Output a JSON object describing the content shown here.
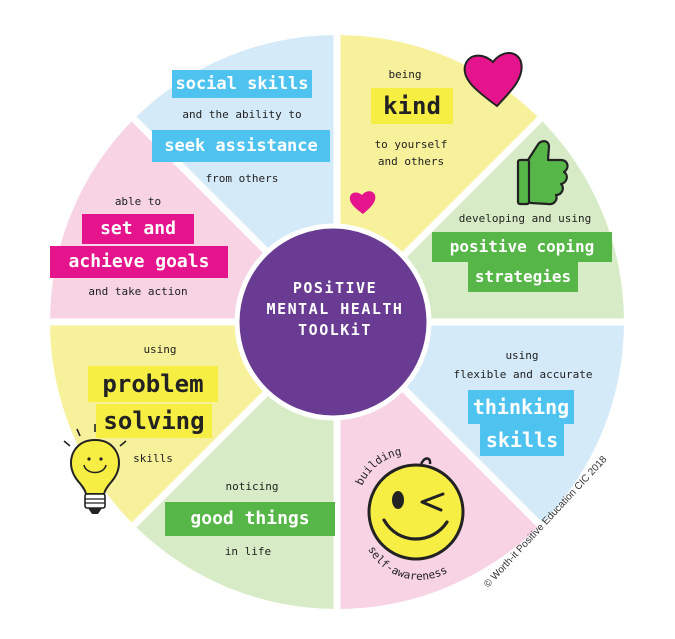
{
  "center": {
    "lines": [
      "POSiTIVE",
      "MENTAL HEALTH",
      "TOOLKiT"
    ]
  },
  "segments": [
    {
      "id": "social",
      "top": "",
      "highlight": [
        "social skills"
      ],
      "mid": "and the ability to",
      "highlight2": "seek assistance",
      "bottom": "from others"
    },
    {
      "id": "kind",
      "top": "being",
      "highlight": "kind",
      "bottom": [
        "to yourself",
        "and others"
      ]
    },
    {
      "id": "coping",
      "top": "developing and using",
      "highlight": [
        "positive coping",
        "strategies"
      ]
    },
    {
      "id": "thinking",
      "top": [
        "using",
        "flexible and accurate"
      ],
      "highlight": [
        "thinking",
        "skills"
      ]
    },
    {
      "id": "awareness",
      "top": "building",
      "bottom": "self-awareness"
    },
    {
      "id": "good",
      "top": "noticing",
      "highlight": "good things",
      "bottom": "in life"
    },
    {
      "id": "problem",
      "top": "using",
      "highlight": [
        "problem",
        "solving"
      ],
      "bottom": "skills"
    },
    {
      "id": "goals",
      "top": "able to",
      "highlight": [
        "set and",
        "achieve goals"
      ],
      "bottom": "and take action"
    }
  ],
  "copyright": "© Worth-it Positive Education CIC 2018",
  "colors": {
    "yellow": "#f7f19c",
    "green": "#d7ecc6",
    "blue": "#d5eaf8",
    "pink": "#f7d3e3",
    "purple": "#6a3b92",
    "box_blue": "#4fc3ef",
    "box_magenta": "#e5148c",
    "box_green": "#56b748",
    "box_yellow": "#f6ee43"
  },
  "icons": [
    "heart-icon",
    "small-heart-icon",
    "thumbs-up-icon",
    "winking-smiley-icon",
    "lightbulb-icon"
  ]
}
